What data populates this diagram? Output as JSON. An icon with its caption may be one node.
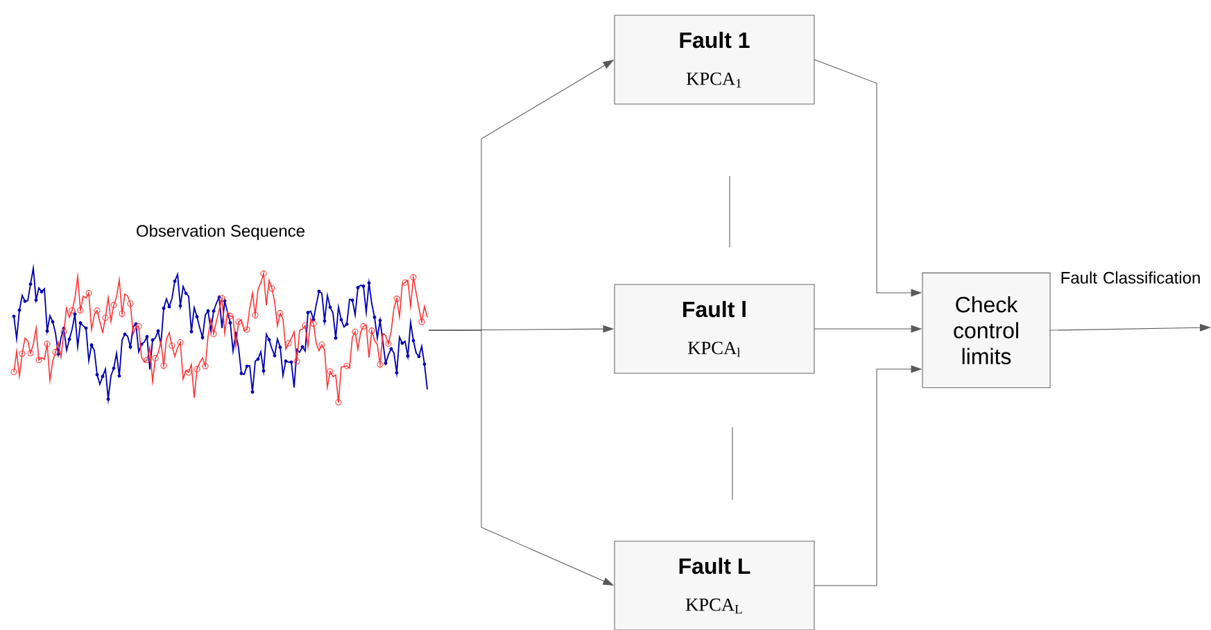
{
  "diagram": {
    "nodes": [
      {
        "text": [
          "Observation Sequence"
        ]
      },
      {
        "text": [
          "Fault  1",
          "KPCA$_{1}$"
        ]
      },
      {
        "text": [
          "Fault  l",
          "KPCA$_{l}$"
        ]
      },
      {
        "text": [
          "Fault  L",
          "KPCA$_{L}$"
        ]
      },
      {
        "text": [
          "Check control limits"
        ]
      }
    ],
    "edges": [
      {
        "from": 0,
        "to": 1,
        "arrow": "to"
      },
      {
        "from": 0,
        "to": 2,
        "arrow": "to"
      },
      {
        "from": 0,
        "to": 3,
        "arrow": "to"
      },
      {
        "from": 1,
        "to": 4,
        "arrow": "to"
      },
      {
        "from": 2,
        "to": 4,
        "arrow": "to"
      },
      {
        "from": 3,
        "to": 4,
        "arrow": "to"
      },
      {
        "from": 4,
        "to": null,
        "arrow": "to",
        "label": "Fault Classification"
      }
    ]
  }
}
